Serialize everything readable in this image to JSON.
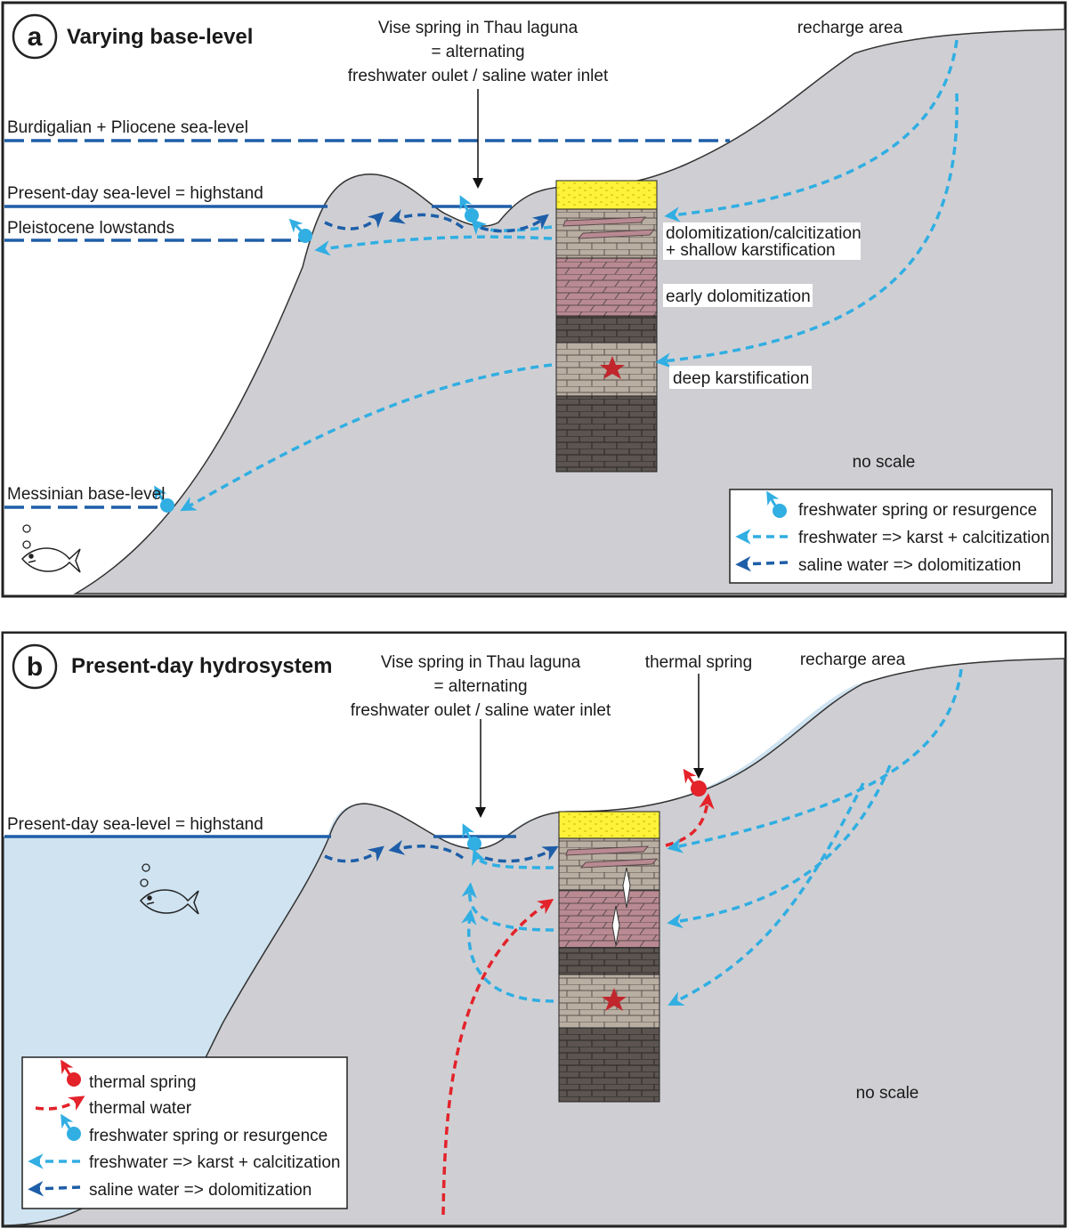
{
  "panel_a": {
    "letter": "a",
    "title": "Varying base-level",
    "spring_label": [
      "Vise spring in Thau laguna",
      "= alternating",
      "freshwater oulet / saline water inlet"
    ],
    "recharge": "recharge area",
    "burdigalian": "Burdigalian + Pliocene sea-level",
    "present_day": "Present-day sea-level = highstand",
    "pleistocene": "Pleistocene lowstands",
    "messinian": "Messinian base-level",
    "dolo1": "dolomitization/calcitization",
    "dolo2": "+ shallow karstification",
    "early": "early dolomitization",
    "deep": "deep karstification",
    "noscale": "no scale",
    "legend": {
      "spring": "freshwater spring or resurgence",
      "fresh": "freshwater => karst + calcitization",
      "saline": "saline water => dolomitization"
    }
  },
  "panel_b": {
    "letter": "b",
    "title": "Present-day hydrosystem",
    "spring_label": [
      "Vise spring in Thau laguna",
      "= alternating",
      "freshwater oulet / saline water inlet"
    ],
    "thermal_label": "thermal spring",
    "recharge": "recharge area",
    "present_day": "Present-day sea-level = highstand",
    "noscale": "no scale",
    "legend": {
      "thermal_spring": "thermal spring",
      "thermal_water": "thermal water",
      "spring": "freshwater spring or resurgence",
      "fresh": "freshwater => karst + calcitization",
      "saline": "saline water => dolomitization"
    }
  },
  "colors": {
    "rock": "#cfcfd3",
    "sea": "#cfe3f1",
    "saline": "#1e5ea8",
    "fresh": "#31aee2",
    "thermal": "#e3222a",
    "sealevel": "#1e5ea8",
    "yellow": "#fff23a",
    "tan": "#b9aea2",
    "pink": "#b98a92",
    "dark": "#5b5450"
  }
}
